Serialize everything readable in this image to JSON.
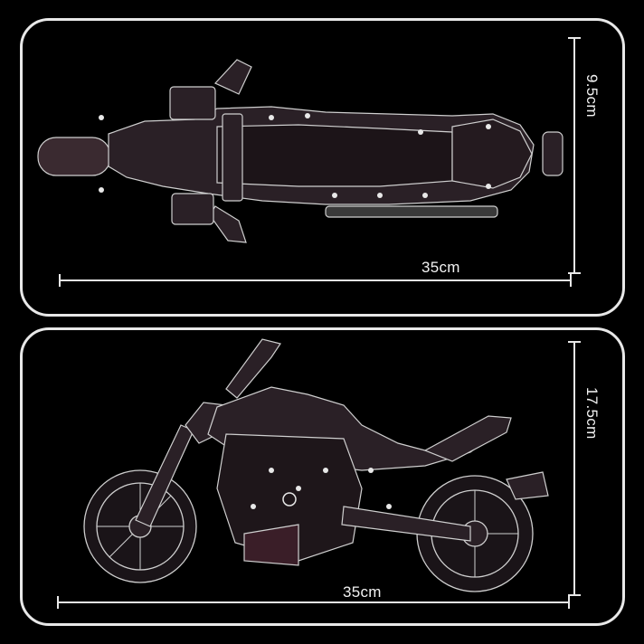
{
  "top_view": {
    "width_label": "35cm",
    "height_label": "9.5cm"
  },
  "side_view": {
    "width_label": "35cm",
    "height_label": "17.5cm"
  },
  "colors": {
    "background": "#000000",
    "line": "#e8e8e8",
    "model_body": "#2a2026",
    "model_edge": "#cfcfcf"
  },
  "illustration": {
    "subject_icon": "building-block-motorcycle-icon"
  }
}
